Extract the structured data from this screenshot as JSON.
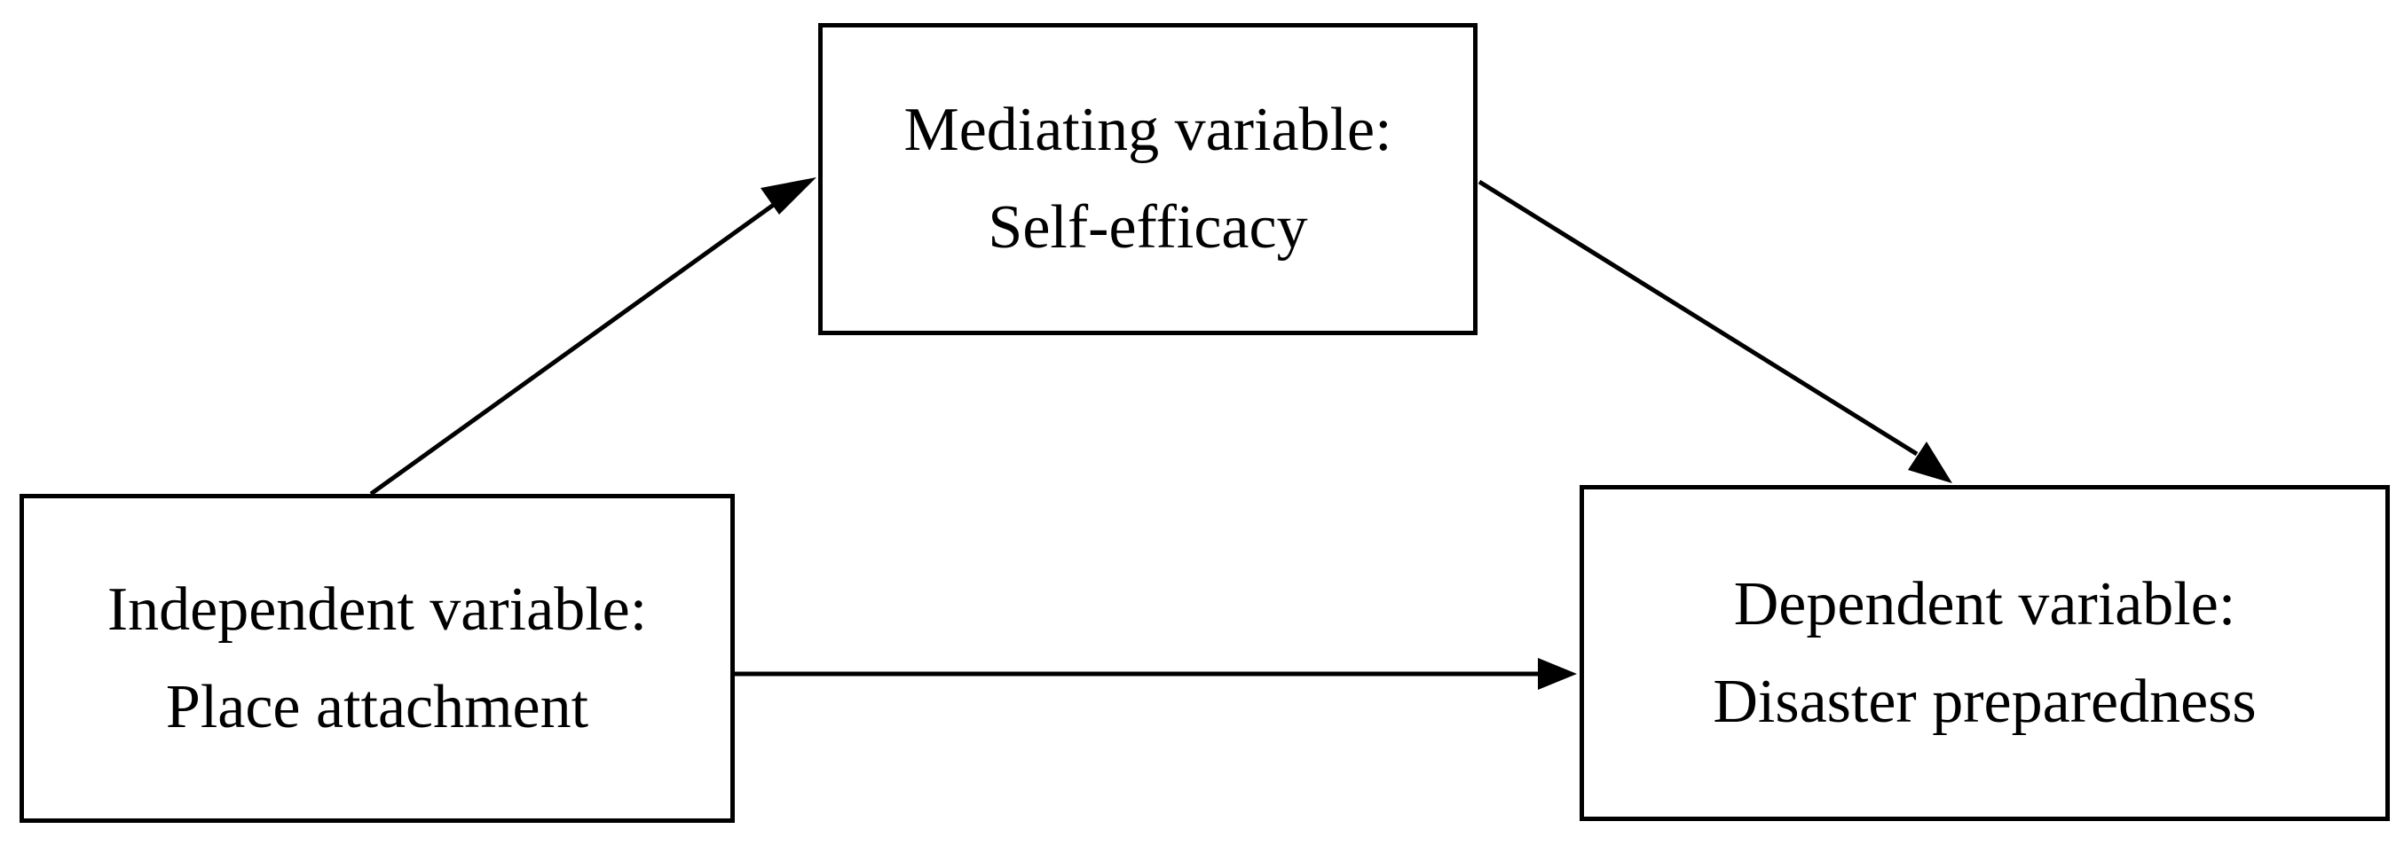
{
  "diagram": {
    "mediator": {
      "line1": "Mediating variable:",
      "line2": "Self-efficacy"
    },
    "independent": {
      "line1": "Independent variable:",
      "line2": "Place attachment"
    },
    "dependent": {
      "line1": "Dependent variable:",
      "line2": "Disaster preparedness"
    }
  },
  "colors": {
    "stroke": "#000000",
    "background": "#ffffff"
  }
}
